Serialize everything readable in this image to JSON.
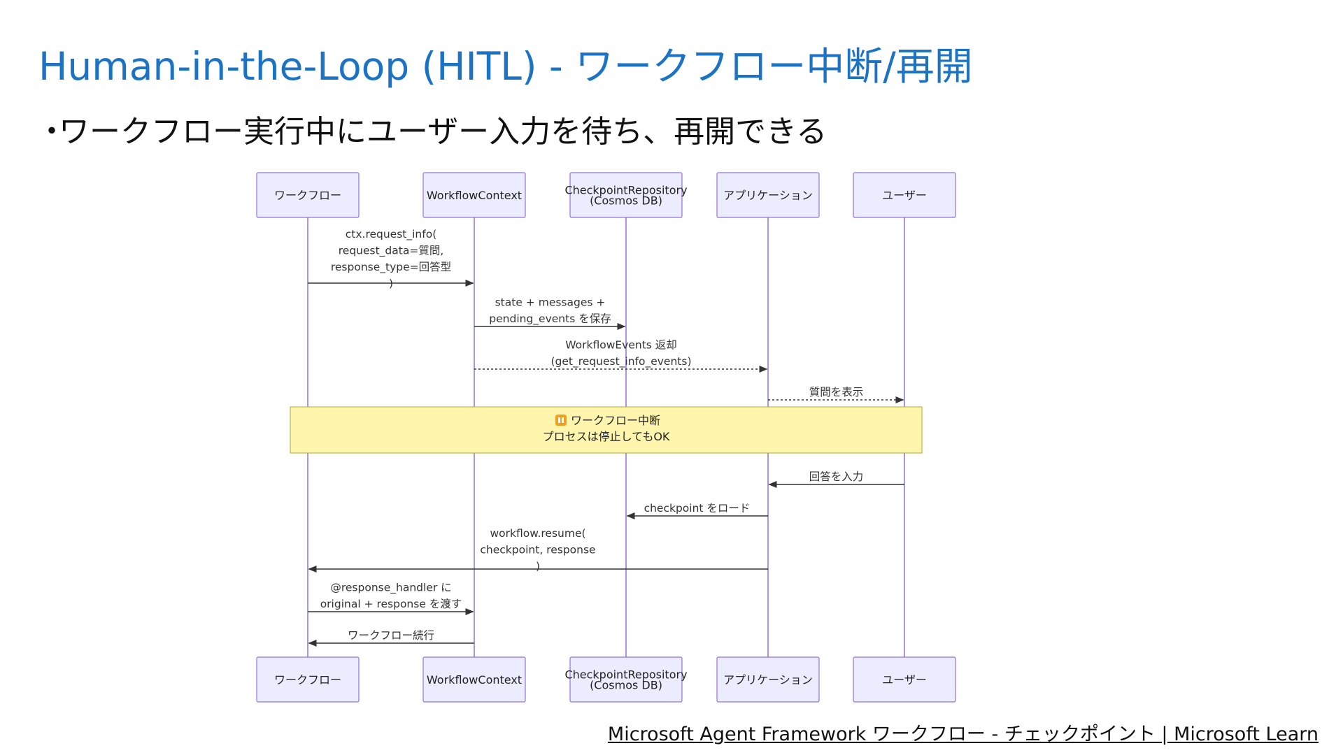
{
  "title": "Human-in-the-Loop (HITL)  - ワークフロー中断/再開",
  "bullet": "ワークフロー実行中にユーザー入力を待ち、再開できる",
  "bullet_marker": "・",
  "colors": {
    "title": "#1c73c4",
    "participant_fill": "#ececff",
    "participant_stroke": "#9370db",
    "lifeline": "#9370db",
    "arrow": "#333333",
    "note_fill": "#fff5ad",
    "note_stroke": "#aaaa33"
  },
  "diagram": {
    "participants": [
      {
        "id": "wf",
        "label": [
          "ワークフロー"
        ]
      },
      {
        "id": "ctx",
        "label": [
          "WorkflowContext"
        ]
      },
      {
        "id": "repo",
        "label": [
          "CheckpointRepository",
          "(Cosmos DB)"
        ]
      },
      {
        "id": "app",
        "label": [
          "アプリケーション"
        ]
      },
      {
        "id": "user",
        "label": [
          "ユーザー"
        ]
      }
    ],
    "messages": [
      {
        "from": "wf",
        "to": "ctx",
        "style": "solid",
        "label": [
          "ctx.request_info(",
          "request_data=質問,",
          "response_type=回答型",
          ")"
        ]
      },
      {
        "from": "ctx",
        "to": "repo",
        "style": "solid",
        "label": [
          "state + messages +",
          "pending_events を保存"
        ]
      },
      {
        "from": "ctx",
        "to": "app",
        "style": "dashed",
        "label": [
          "WorkflowEvents 返却",
          "(get_request_info_events)"
        ]
      },
      {
        "from": "app",
        "to": "user",
        "style": "dashed",
        "label": [
          "質問を表示"
        ]
      },
      {
        "from": "user",
        "to": "app",
        "style": "solid",
        "label": [
          "回答を入力"
        ]
      },
      {
        "from": "app",
        "to": "repo",
        "style": "solid",
        "label": [
          "checkpoint をロード"
        ]
      },
      {
        "from": "app",
        "to": "wf",
        "style": "solid",
        "label": [
          "workflow.resume(",
          "checkpoint, response",
          ")"
        ]
      },
      {
        "from": "wf",
        "to": "ctx",
        "style": "solid",
        "label": [
          "@response_handler に",
          "original + response を渡す"
        ]
      },
      {
        "from": "ctx",
        "to": "wf",
        "style": "solid",
        "label": [
          "ワークフロー続行"
        ]
      }
    ],
    "note": {
      "icon": "pause-icon",
      "lines": [
        "ワークフロー中断",
        "プロセスは停止してもOK"
      ]
    }
  },
  "footer": {
    "link_text": "Microsoft Agent Framework ワークフロー - チェックポイント | Microsoft Learn"
  }
}
